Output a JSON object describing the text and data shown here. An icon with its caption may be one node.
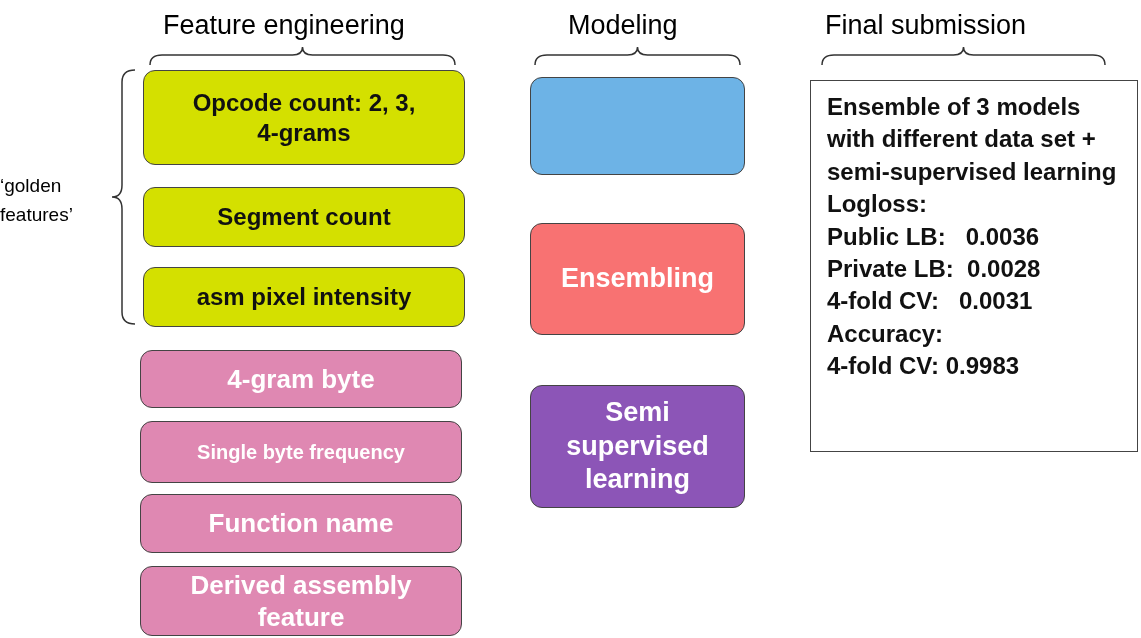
{
  "diagram": {
    "nodes": [
      {
        "text": [
          "Opcode count: 2, 3, 4-grams"
        ]
      },
      {
        "text": [
          "Segment count"
        ]
      },
      {
        "text": [
          "asm pixel intensity"
        ]
      },
      {
        "text": [
          "4-gram byte"
        ]
      },
      {
        "text": [
          "Single byte frequency"
        ]
      },
      {
        "text": [
          "Function name"
        ]
      },
      {
        "text": [
          "Derived assembly feature"
        ]
      },
      {
        "text": [],
        "shape": "box"
      },
      {
        "text": [
          "Ensembling"
        ]
      },
      {
        "text": [
          "Semi supervised learning"
        ]
      },
      {
        "text": [
          "Ensemble of 3 models with different data set + semi-supervised learning",
          "Logloss:",
          "Public LB:   0.0036",
          "Private LB:  0.0028",
          "4-fold CV:   0.0031",
          "Accuracy:",
          "4-fold CV: 0.9983"
        ]
      }
    ],
    "labels": [
      "Feature engineering",
      "Modeling",
      "Final submission",
      "‘golden features’"
    ]
  }
}
